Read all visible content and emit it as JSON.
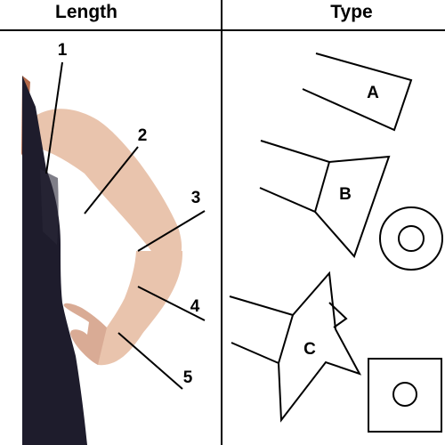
{
  "headers": {
    "left": "Length",
    "right": "Type"
  },
  "length_marks": [
    {
      "label": "1"
    },
    {
      "label": "2"
    },
    {
      "label": "3"
    },
    {
      "label": "4"
    },
    {
      "label": "5"
    }
  ],
  "types": [
    {
      "label": "A"
    },
    {
      "label": "B"
    },
    {
      "label": "C"
    }
  ],
  "colors": {
    "ink": "#000000",
    "background": "#ffffff",
    "dress": "#1e1c2c",
    "skin": "#e9c4ad",
    "skin_shadow": "#d9ab95",
    "hair": "#b46a4a"
  }
}
